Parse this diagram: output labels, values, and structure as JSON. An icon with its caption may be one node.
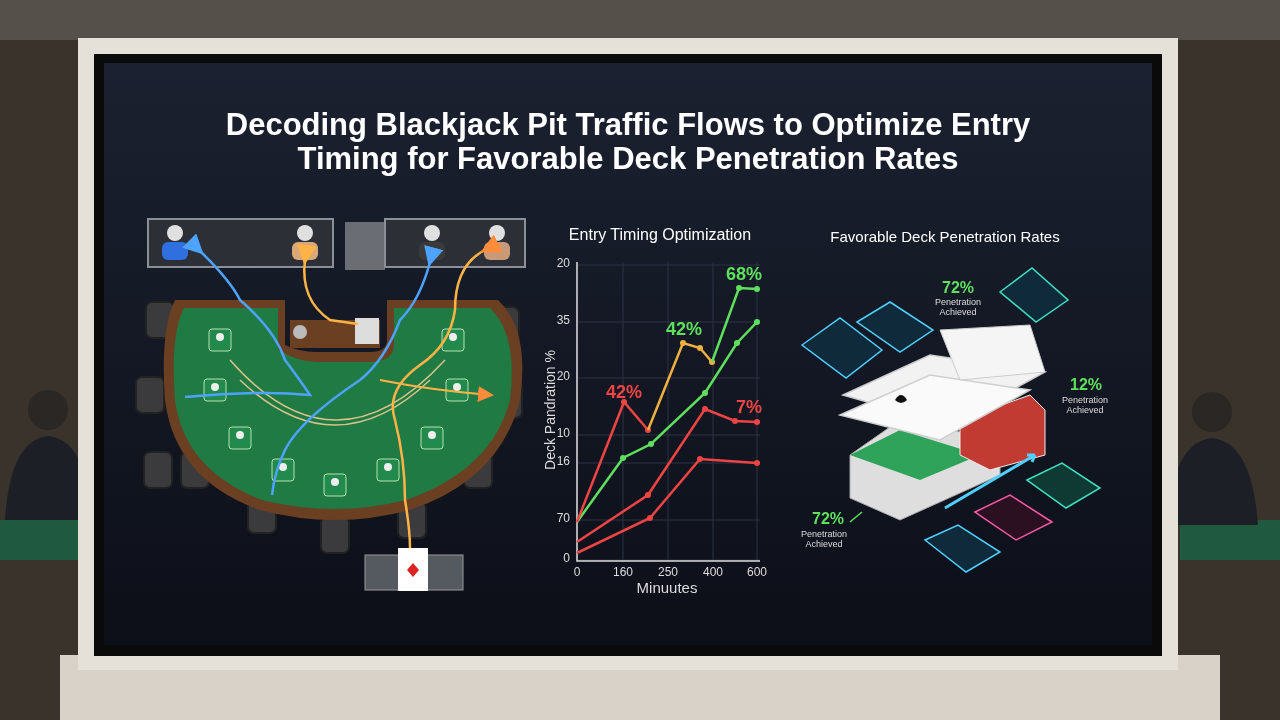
{
  "diagram": {
    "title": "Decoding Blackjack Pit Traffic Flows to Optimize Entry Timing for Favorable Deck Penetration Rates",
    "labels": [
      "Entry Timing Optimization",
      "Favorable Deck Penetration Rates",
      "20",
      "35",
      "20",
      "10",
      "16",
      "70",
      "0",
      "0",
      "160",
      "250",
      "400",
      "600",
      "Minuutes",
      "Deck Pandration %",
      "68%",
      "42%",
      "42%",
      "7%",
      "72%",
      "Penetration Achieved",
      "12%",
      "Penetration Achieved",
      "72%",
      "Penetration Achieved"
    ]
  }
}
